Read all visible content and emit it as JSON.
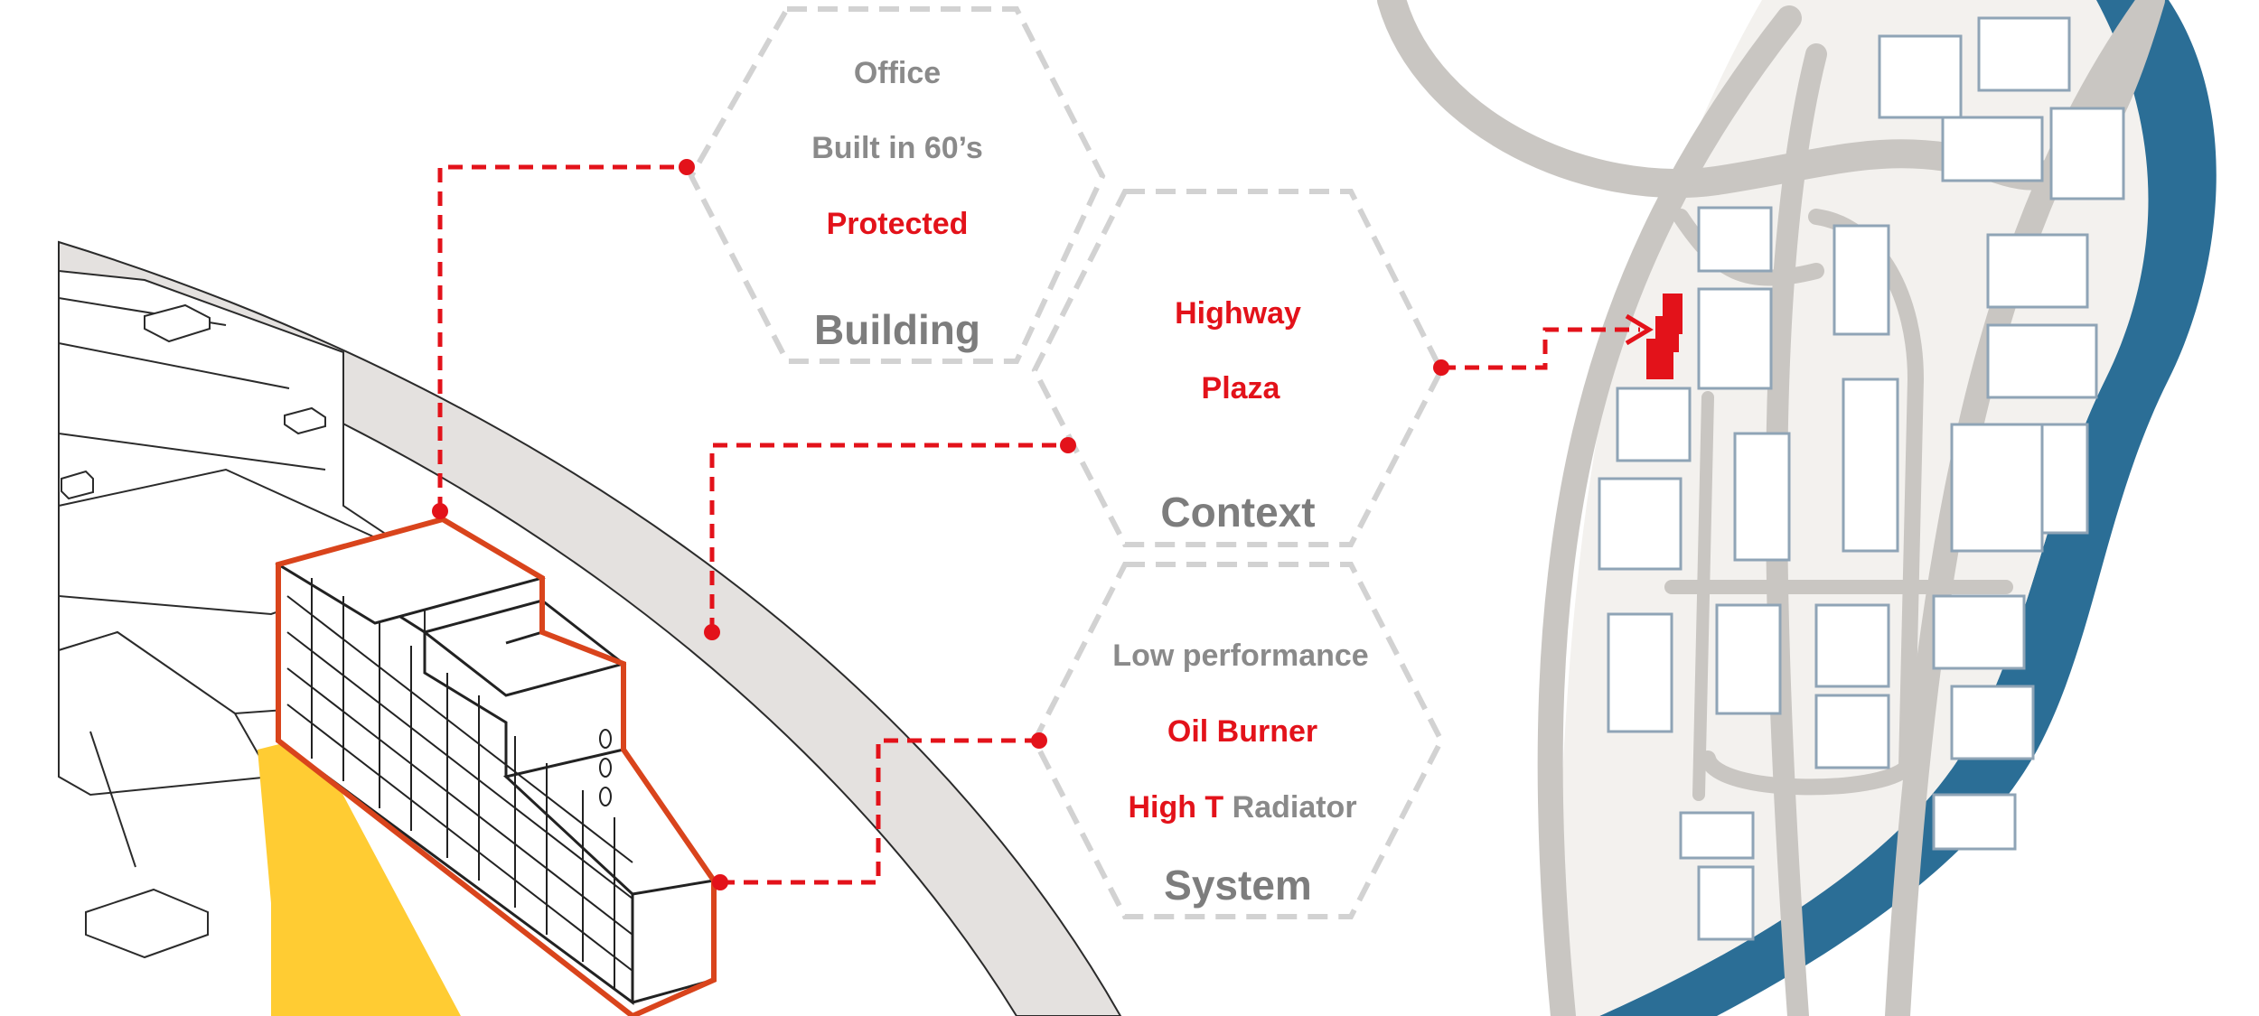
{
  "colors": {
    "accent_red": "#e3121a",
    "label_gray": "#8a8a8a",
    "hex_outline": "#d2d2d2",
    "building_outline": "#d9441c",
    "ground_yellow": "#ffcc33",
    "road_gray": "#c9c6c2",
    "ring_fill": "#e4e1df",
    "river_blue": "#2b6e96",
    "map_land": "#f3f1ee"
  },
  "hexagons": {
    "building": {
      "lines": [
        "Office",
        "Built in 60’s",
        "Protected"
      ],
      "title": "Building"
    },
    "context": {
      "lines": [
        "Highway",
        "Plaza"
      ],
      "title": "Context"
    },
    "system": {
      "line1": "Low performance",
      "line2": "Oil Burner",
      "line3_red": "High T",
      "line3_gray": " Radiator",
      "title": "System"
    }
  },
  "icons": {
    "axonometric_building": "building-axonometric-icon",
    "city_map": "city-map-icon",
    "highlighted_site": "target-building-icon"
  }
}
